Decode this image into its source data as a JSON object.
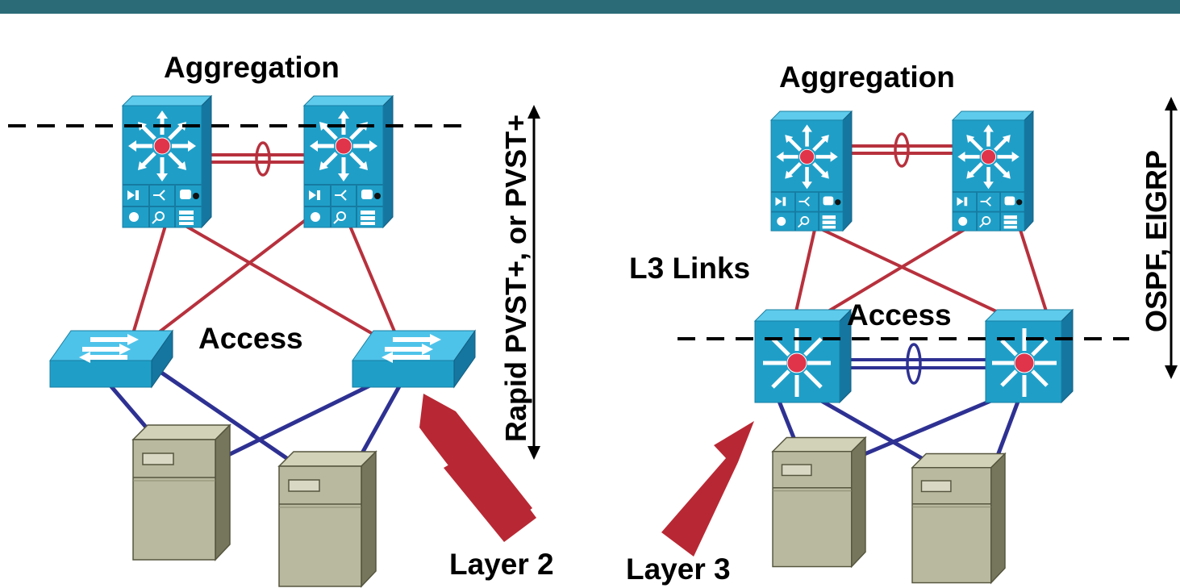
{
  "left": {
    "aggregation_label": "Aggregation",
    "access_label": "Access",
    "layer_label": "Layer 2",
    "protocol_label": "Rapid PVST+, or PVST+"
  },
  "right": {
    "aggregation_label": "Aggregation",
    "access_label": "Access",
    "links_label": "L3 Links",
    "layer_label": "Layer 3",
    "protocol_label": "OSPF, EIGRP"
  },
  "colors": {
    "header_bar": "#2b6b78",
    "l2_link": "#b7313d",
    "server_link": "#2e3192",
    "arrow": "#b82834",
    "switch_face": "#1f9fc8",
    "switch_top": "#5fcbec",
    "server_body": "#b9b9a0"
  },
  "icons": {
    "aggregation_switch": "multilayer-switch-icon",
    "access_switch": "workgroup-switch-icon",
    "server": "server-tower-icon"
  }
}
